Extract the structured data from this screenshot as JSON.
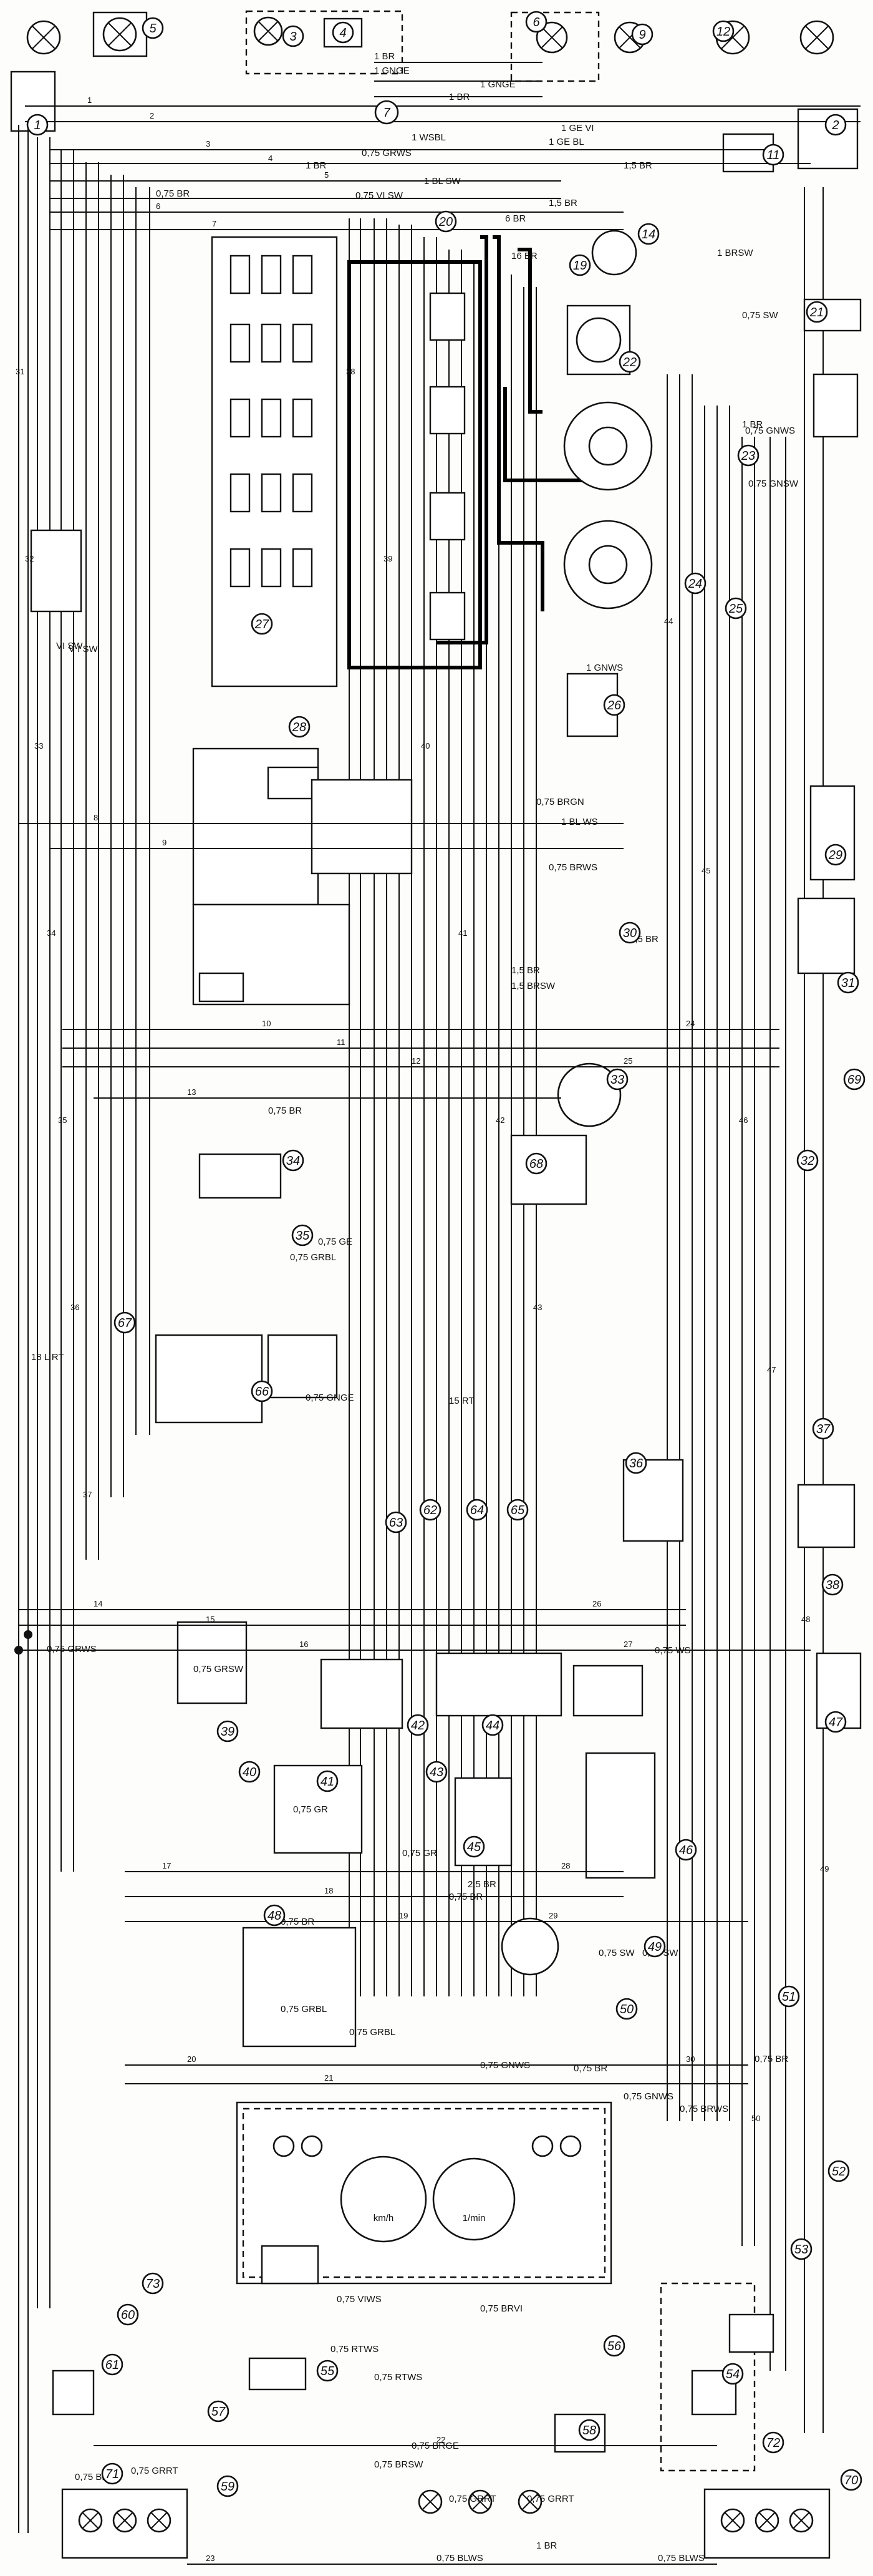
{
  "wire_labels": {
    "w1": "1 BR",
    "w2": "1 GNGE",
    "w3": "1 GNGE",
    "w4": "1 BR",
    "w5": "1 WSBL",
    "w6": "1 GE VI",
    "w7": "1 GE BL",
    "w8": "0,75 GRWS",
    "w9": "1 BR",
    "w10": "1,5 BR",
    "w11": "1 BL SW",
    "w12": "0,75 BR",
    "w13": "0,75 VI SW",
    "w14": "1 BRSW",
    "w15": "0,75 SW",
    "w16": "1 BR",
    "w17": "0,75 GNWS",
    "w18": "0,75 GNSW",
    "w19": "1,5 BR",
    "w20": "6 BR",
    "w21": "16 BR",
    "w22": "VI SW",
    "w23": "1 GNWS",
    "w24": "0,75 BRGN",
    "w25": "1 BL WS",
    "w26": "0,75 BRWS",
    "w27": "1,5 BR",
    "w28": "1,5 BR",
    "w29": "1,5 BRSW",
    "w30": "0,75 BR",
    "w31": "0,75 GE",
    "w32": "0,75 GRBL",
    "w33": "0,75 GRWS",
    "w34": "0,75 GRSW",
    "w35": "0,75 GR",
    "w36": "0,75 BR",
    "w37": "2,5 BR",
    "w38": "0,75 BR",
    "w39": "0,75 SW",
    "w40": "0,75 GRBL",
    "w41": "0,75 GRBL",
    "w42": "0,75 GNWS",
    "w43": "0,75 BR",
    "w44": "0,75 VIWS",
    "w45": "0,75 BRVI",
    "w46": "0,75 RTWS",
    "w47": "0,75 RTWS",
    "w48": "0,75 BRGE",
    "w49": "0,75 BRSW",
    "w50": "0,75 GRRT",
    "w51": "0,75 GRRT",
    "w52": "0,75 GRRT",
    "w53": "0,75 BR",
    "w54": "0,75 BLWS",
    "w55": "0,75 BLWS",
    "w56": "1 BR",
    "w57": "0,75 SW",
    "w58": "18 L RT",
    "w59": "0,75 GNGE",
    "w60": "15 RT",
    "w61": "0,75 WS",
    "w62": "0,75 GR",
    "w63": "0,75 BR",
    "w64": "0,75 GNWS",
    "w65": "0,75 BRWS",
    "w66": "V I SW"
  },
  "wire_numbers": [
    "1",
    "2",
    "3",
    "4",
    "5",
    "6",
    "7",
    "8",
    "9",
    "10",
    "11",
    "12",
    "13",
    "14",
    "15",
    "16",
    "17",
    "18",
    "19",
    "20",
    "21",
    "22",
    "23",
    "24",
    "25",
    "26",
    "27",
    "28",
    "29",
    "30",
    "31",
    "32",
    "33",
    "34",
    "35",
    "36",
    "37",
    "38",
    "39",
    "40",
    "41",
    "42",
    "43",
    "44",
    "45",
    "46",
    "47",
    "48",
    "49",
    "50"
  ],
  "component_numbers": {
    "c1": "1",
    "c2": "2",
    "c3": "7",
    "c4": "11",
    "c5": "3",
    "c6": "4",
    "c7": "6",
    "c8": "5",
    "c9": "12",
    "c10": "9",
    "c11": "19",
    "c12": "20",
    "c13": "14",
    "c14": "21",
    "c15": "22",
    "c16": "23",
    "c17": "24",
    "c18": "25",
    "c19": "26",
    "c20": "27",
    "c21": "28",
    "c22": "29",
    "c23": "30",
    "c24": "31",
    "c25": "32",
    "c26": "33",
    "c27": "34",
    "c28": "35",
    "c29": "36",
    "c30": "37",
    "c31": "38",
    "c32": "39",
    "c33": "40",
    "c34": "41",
    "c35": "42",
    "c36": "43",
    "c37": "44",
    "c38": "45",
    "c39": "46",
    "c40": "47",
    "c41": "48",
    "c42": "49",
    "c43": "50",
    "c44": "51",
    "c45": "52",
    "c46": "53",
    "c47": "54",
    "c48": "55",
    "c49": "56",
    "c50": "57",
    "c51": "58",
    "c52": "59",
    "c53": "60",
    "c54": "61",
    "c55": "62",
    "c56": "63",
    "c57": "64",
    "c58": "65",
    "c59": "66",
    "c60": "67",
    "c61": "68",
    "c62": "69",
    "c63": "70",
    "c64": "71",
    "c65": "72",
    "c66": "73"
  },
  "gauge_labels": {
    "speed_unit": "km/h",
    "rpm_label": "1/min"
  }
}
